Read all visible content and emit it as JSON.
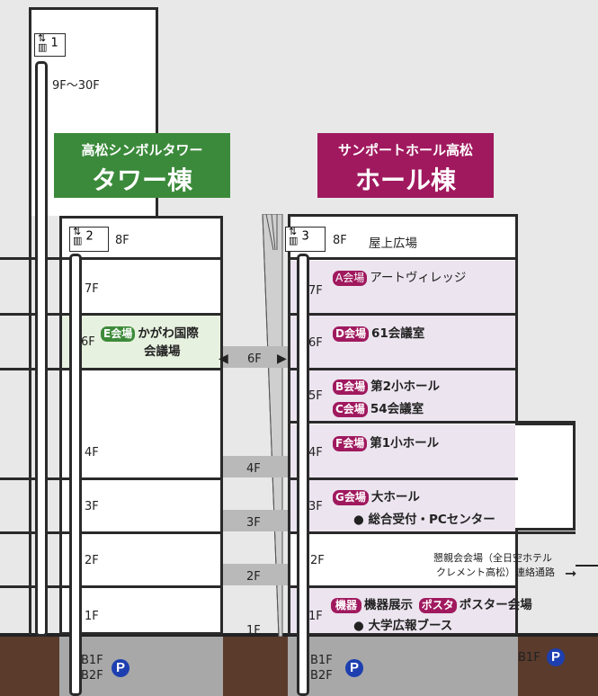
{
  "tower": {
    "subtitle": "高松シンボルタワー",
    "title": "タワー棟",
    "color": "#3b8a3b"
  },
  "hall": {
    "subtitle": "サンポートホール高松",
    "title": "ホール棟",
    "color": "#a0195e"
  },
  "elevators": {
    "e1": {
      "num": "1",
      "range": "9F〜30F"
    },
    "e2": {
      "num": "2",
      "floor": "8F"
    },
    "e3": {
      "num": "3",
      "floor": "8F",
      "label": "屋上広場"
    }
  },
  "tower_floors": [
    "7F",
    "6F",
    "4F",
    "3F",
    "2F",
    "1F"
  ],
  "venues": {
    "e_badge": "E会場",
    "e_name1": "かがわ国際",
    "e_name2": "会議場",
    "a_badge": "A会場",
    "a_name": "アートヴィレッジ",
    "d_badge": "D会場",
    "d_name": "61会議室",
    "b_badge": "B会場",
    "b_name": "第2小ホール",
    "c_badge": "C会場",
    "c_name": "54会議室",
    "f_badge": "F会場",
    "f_name": "第1小ホール",
    "g_badge": "G会場",
    "g_name": "大ホール",
    "g_sub": "● 総合受付・PCセンター",
    "kiki_badge": "機器",
    "kiki_name": "機器展示",
    "posta_badge": "ポスタ",
    "posta_name": "ポスター会場",
    "univ": "● 大学広報ブース"
  },
  "hall_floors": [
    "7F",
    "6F",
    "5F",
    "4F",
    "3F",
    "2F",
    "1F"
  ],
  "bridges": {
    "f6": "6F",
    "f4": "4F",
    "f3": "3F",
    "f2": "2F",
    "f1": "1F"
  },
  "connection": {
    "line1": "懇親会会場（全日空ホテル",
    "line2": "クレメント高松）連絡通路"
  },
  "basement": {
    "b1": "B1F",
    "b2": "B2F",
    "parking": "P"
  }
}
